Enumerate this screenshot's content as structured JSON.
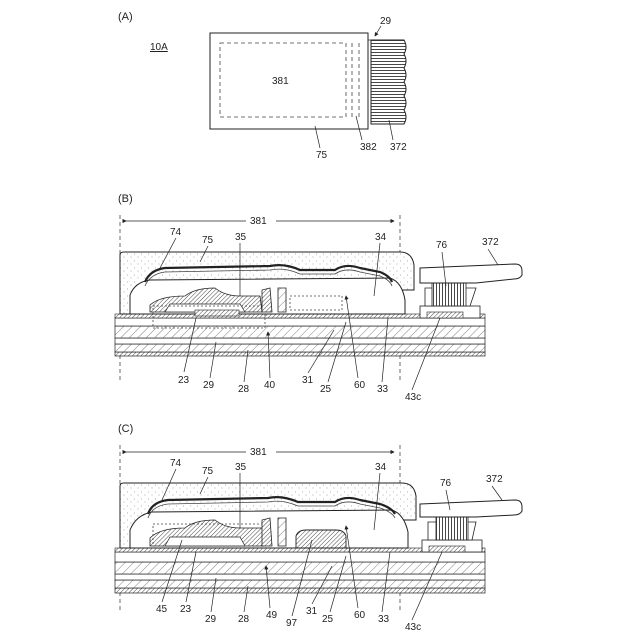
{
  "panels": {
    "a": {
      "tag": "(A)",
      "title": "10A",
      "labels": {
        "region": "381",
        "region_outer": "382",
        "seal": "75",
        "fpc": "372",
        "connector": "29"
      }
    },
    "b": {
      "tag": "(B)",
      "labels": {
        "width": "381",
        "l74": "74",
        "l75": "75",
        "l35": "35",
        "l34": "34",
        "l76": "76",
        "l372": "372",
        "l23": "23",
        "l29": "29",
        "l28": "28",
        "l40": "40",
        "l31": "31",
        "l25": "25",
        "l60": "60",
        "l33": "33",
        "l43c": "43c"
      }
    },
    "c": {
      "tag": "(C)",
      "labels": {
        "width": "381",
        "l74": "74",
        "l75": "75",
        "l35": "35",
        "l34": "34",
        "l76": "76",
        "l372": "372",
        "l45": "45",
        "l23": "23",
        "l29": "29",
        "l28": "28",
        "l49": "49",
        "l97": "97",
        "l31": "31",
        "l25": "25",
        "l60": "60",
        "l33": "33",
        "l43c": "43c"
      }
    }
  }
}
